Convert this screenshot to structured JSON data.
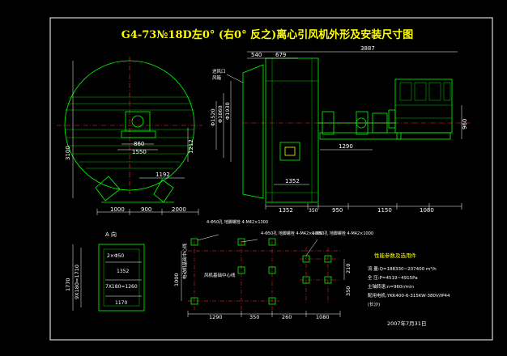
{
  "title": "G4-73№18D左0° (右0° 反之)离心引风机外形及安装尺寸图",
  "colors": {
    "background": "#000000",
    "frame": "#ffffff",
    "geometry": "#00ff00",
    "dimension": "#ffffff",
    "title": "#ffff00",
    "accent_red": "#ff3030",
    "accent_cyan": "#00ffff",
    "accent_magenta": "#ff40ff"
  },
  "top_dims": {
    "d_3887": "3887",
    "d_540": "540",
    "d_679": "679"
  },
  "side_dims": {
    "d_1930": "Φ1930",
    "d_1860": "Φ1860",
    "d_1520": "Φ1520",
    "d_960": "960"
  },
  "left_view": {
    "d_3100": "3100",
    "d_860": "860",
    "d_1550": "1550",
    "d_1212": "1212",
    "d_1192": "1192",
    "bottom": [
      "1000",
      "900",
      "2000"
    ]
  },
  "mid_view": {
    "d_1352": "1352",
    "label_inlet": "进风口",
    "label_note": "风箱"
  },
  "bottom_dims": [
    "1352",
    "350",
    "950",
    "1150",
    "1080"
  ],
  "d_1290": "1290",
  "plan_view": {
    "title": "A 向",
    "labels": [
      "2×Φ50",
      "1352",
      "7X180=1260",
      "1170"
    ],
    "left_dims": [
      "1770",
      "9X180=1710"
    ]
  },
  "foundation": {
    "callouts": [
      "4-Φ50孔 地脚螺栓 4-M42×1300",
      "4-Φ50孔 地脚螺栓 4-M42×1000",
      "4-Φ50孔 地脚螺栓 4-M42×1000"
    ],
    "side_label": "电动机基础中心线",
    "mid_label": "风机基础中心线",
    "dims_bottom": [
      "1290",
      "350",
      "260",
      "1080"
    ],
    "dims_left": [
      "1000"
    ],
    "dims_right": [
      "210",
      "350"
    ]
  },
  "params": {
    "heading": "性能参数及选用件",
    "lines": [
      "流    量:Q=188330~207400 m³/h",
      "全    压:P=4519~4915Pa",
      "主轴转速:n=960r/min",
      "配用电机:YKK400-6-315KW-380V/IP44",
      "         (长沙)"
    ]
  },
  "date": "2007年7月31日"
}
